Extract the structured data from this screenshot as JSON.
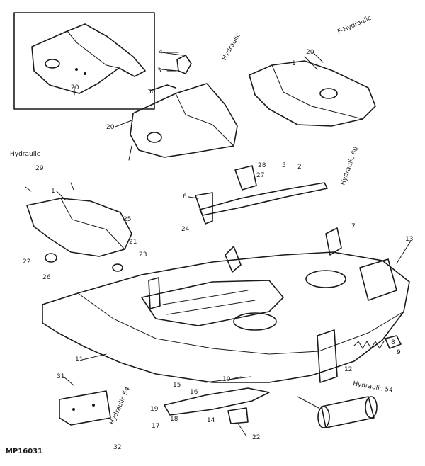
{
  "diagram": {
    "code": "MP16031",
    "captions": {
      "top_right": "F-Hydraulic",
      "top_center": "Hydraulic",
      "left": "Hydraulic",
      "right_mid": "Hydraulic 60",
      "bottom_right": "Hydraulic 54",
      "bottom_left": "Hydraulic 54"
    },
    "callouts": {
      "c20_inset": "20",
      "c4_top": "4",
      "c3_top": "3",
      "c20_left": "20",
      "c30": "30",
      "c20_tr": "20",
      "c1_tr": "1",
      "c28": "28",
      "c5": "5",
      "c2": "2",
      "c1_mid": "1",
      "c29": "29",
      "c6": "6",
      "c27": "27",
      "c25": "25",
      "c22_left": "22",
      "c21": "21",
      "c23": "23",
      "c26": "26",
      "c24": "24",
      "c7": "7",
      "c13": "13",
      "c9": "9",
      "c8": "8",
      "c12": "12",
      "c11": "11",
      "c10": "10",
      "c14": "14",
      "c15": "15",
      "c16": "16",
      "c17": "17",
      "c18": "18",
      "c19": "19",
      "c31": "31",
      "c32": "32",
      "c22_bot": "22"
    }
  }
}
